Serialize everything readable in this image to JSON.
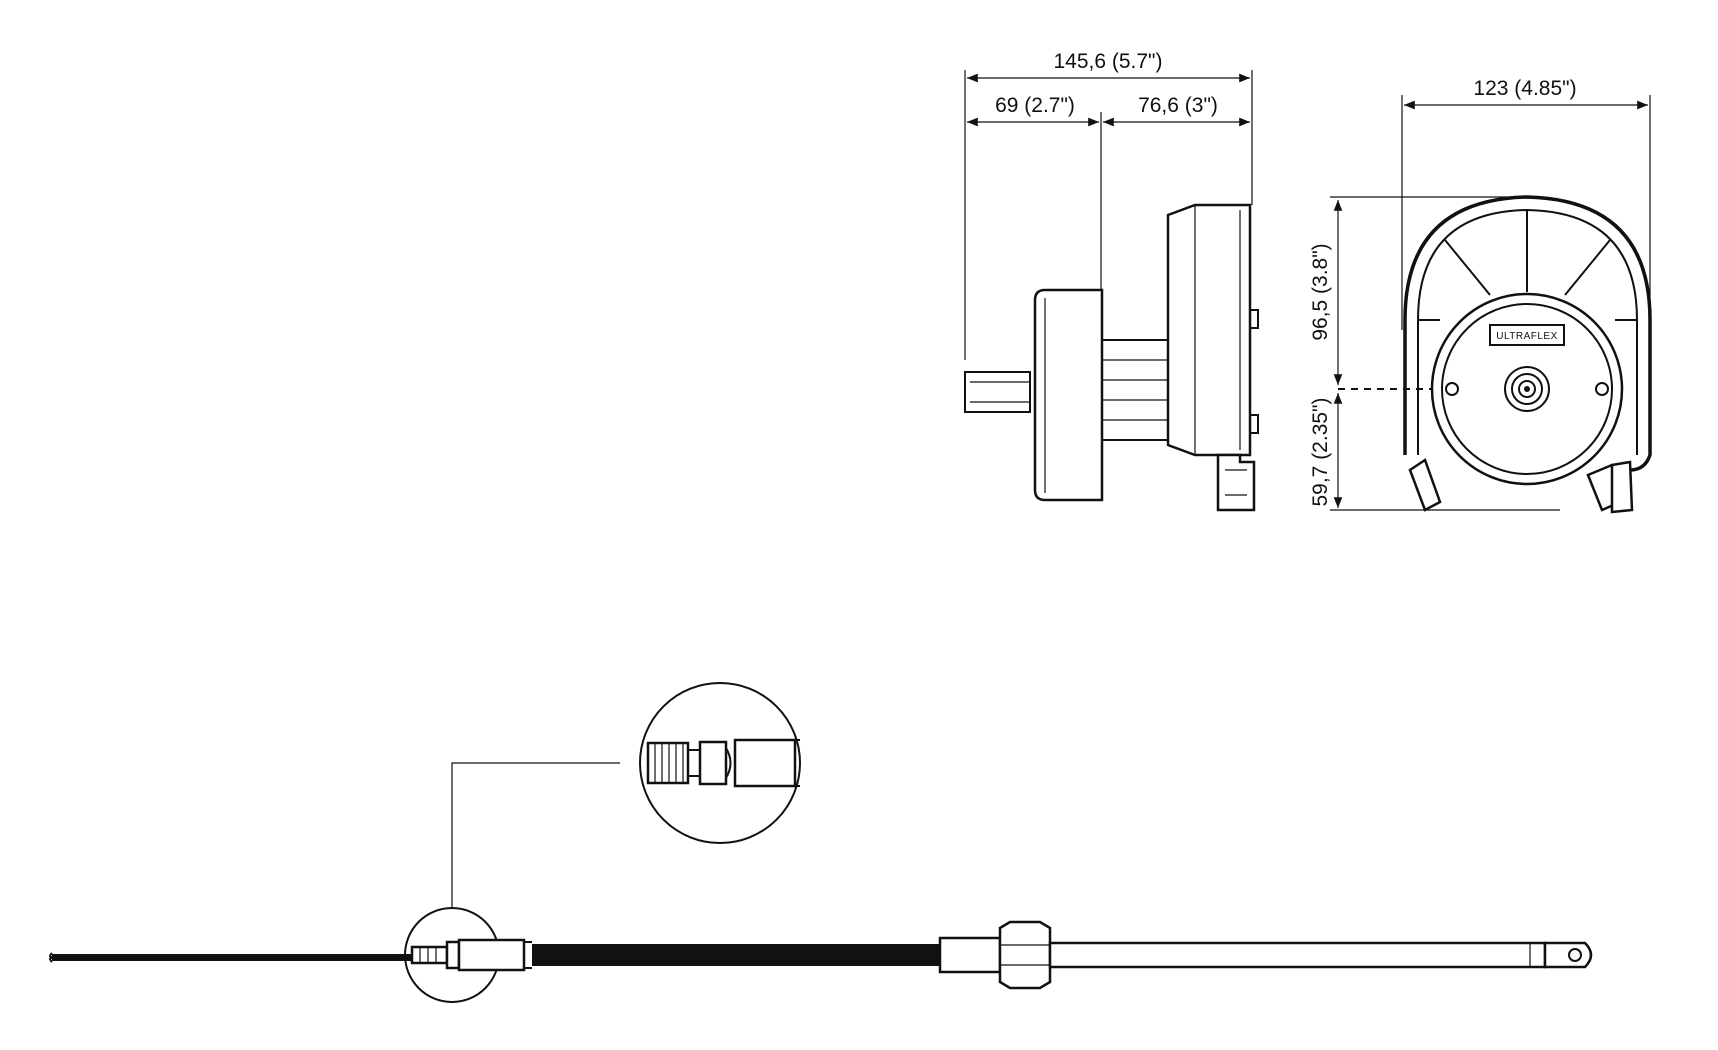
{
  "dimensions": {
    "total_width": "145,6 (5.7\")",
    "left_width": "69 (2.7\")",
    "right_width": "76,6 (3\")",
    "front_width": "123 (4.85\")",
    "upper_height": "96,5 (3.8\")",
    "lower_height": "59,7 (2.35\")"
  },
  "brand_label": "ULTRAFLEX",
  "colors": {
    "line": "#111111",
    "background": "#ffffff"
  }
}
